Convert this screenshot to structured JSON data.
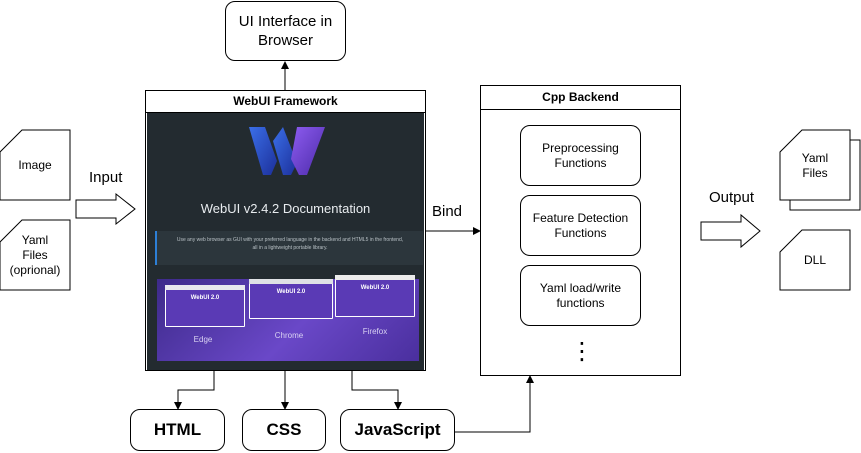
{
  "ui_interface": "UI Interface in\nBrowser",
  "webui": {
    "title": "WebUI Framework",
    "doc_title": "WebUI v2.4.2 Documentation",
    "description": "Use any web browser as GUI with your preferred language in the backend and HTML5 in the frontend,\nall in a lightweight portable library.",
    "browser_screens": [
      {
        "label": "Edge",
        "app_title": "WebUI 2.0"
      },
      {
        "label": "Chrome",
        "app_title": "WebUI 2.0"
      },
      {
        "label": "Firefox",
        "app_title": "WebUI 2.0"
      }
    ]
  },
  "inputs": {
    "label": "Input",
    "image": "Image",
    "yaml": "Yaml\nFiles\n(oprional)"
  },
  "bind_label": "Bind",
  "cpp": {
    "title": "Cpp Backend",
    "items": [
      "Preprocessing\nFunctions",
      "Feature Detection\nFunctions",
      "Yaml load/write\nfunctions"
    ],
    "more": "⋮"
  },
  "outputs": {
    "label": "Output",
    "yaml": "Yaml\nFiles",
    "dll": "DLL"
  },
  "tech": {
    "html": "HTML",
    "css": "CSS",
    "js": "JavaScript"
  }
}
